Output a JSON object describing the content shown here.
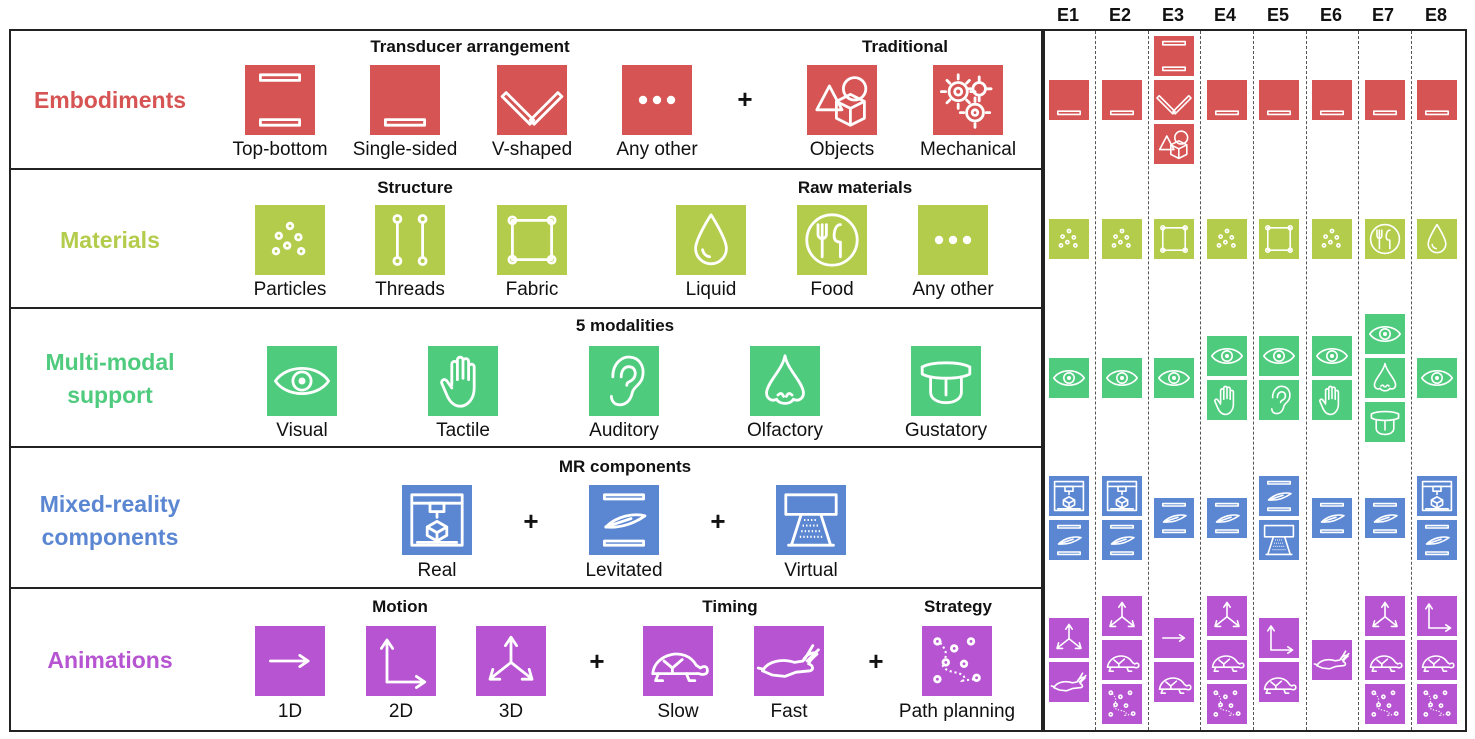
{
  "colors": {
    "embodiments": "#D65453",
    "materials": "#B3CC4B",
    "modalities": "#4FCB7E",
    "mr": "#5B86D2",
    "animations": "#B654D1"
  },
  "experiments": [
    "E1",
    "E2",
    "E3",
    "E4",
    "E5",
    "E6",
    "E7",
    "E8"
  ],
  "rows": [
    {
      "id": "embodiments",
      "title": "Embodiments",
      "subheaders": [
        "Transducer arrangement",
        "Traditional"
      ],
      "items": [
        {
          "icon": "top-bottom",
          "label": "Top-bottom"
        },
        {
          "icon": "single-sided",
          "label": "Single-sided"
        },
        {
          "icon": "v-shaped",
          "label": "V-shaped"
        },
        {
          "icon": "dots",
          "label": "Any other"
        },
        {
          "icon": "objects",
          "label": "Objects"
        },
        {
          "icon": "mechanical",
          "label": "Mechanical"
        }
      ],
      "plus": [
        "+"
      ]
    },
    {
      "id": "materials",
      "title": "Materials",
      "subheaders": [
        "Structure",
        "Raw materials"
      ],
      "items": [
        {
          "icon": "particles",
          "label": "Particles"
        },
        {
          "icon": "threads",
          "label": "Threads"
        },
        {
          "icon": "fabric",
          "label": "Fabric"
        },
        {
          "icon": "liquid",
          "label": "Liquid"
        },
        {
          "icon": "food",
          "label": "Food"
        },
        {
          "icon": "dots",
          "label": "Any other"
        }
      ]
    },
    {
      "id": "modalities",
      "title": "Multi-modal support",
      "subheaders": [
        "5 modalities"
      ],
      "items": [
        {
          "icon": "eye",
          "label": "Visual"
        },
        {
          "icon": "hand",
          "label": "Tactile"
        },
        {
          "icon": "ear",
          "label": "Auditory"
        },
        {
          "icon": "nose",
          "label": "Olfactory"
        },
        {
          "icon": "tongue",
          "label": "Gustatory"
        }
      ]
    },
    {
      "id": "mr",
      "title": "Mixed-reality components",
      "subheaders": [
        "MR components"
      ],
      "items": [
        {
          "icon": "printer",
          "label": "Real"
        },
        {
          "icon": "feather",
          "label": "Levitated"
        },
        {
          "icon": "projector",
          "label": "Virtual"
        }
      ],
      "plus": [
        "+",
        "+"
      ]
    },
    {
      "id": "animations",
      "title": "Animations",
      "subheaders": [
        "Motion",
        "Timing",
        "Strategy"
      ],
      "items": [
        {
          "icon": "arrow1d",
          "label": "1D"
        },
        {
          "icon": "arrow2d",
          "label": "2D"
        },
        {
          "icon": "arrow3d",
          "label": "3D"
        },
        {
          "icon": "turtle",
          "label": "Slow"
        },
        {
          "icon": "rabbit",
          "label": "Fast"
        },
        {
          "icon": "path",
          "label": "Path planning"
        }
      ],
      "plus": [
        "+",
        "+"
      ]
    }
  ],
  "matrix": {
    "embodiments": [
      [
        "single-sided"
      ],
      [
        "single-sided"
      ],
      [
        "top-bottom",
        "v-shaped",
        "objects"
      ],
      [
        "single-sided"
      ],
      [
        "single-sided"
      ],
      [
        "single-sided"
      ],
      [
        "single-sided"
      ],
      [
        "single-sided"
      ]
    ],
    "materials": [
      [
        "particles"
      ],
      [
        "particles"
      ],
      [
        "fabric"
      ],
      [
        "particles"
      ],
      [
        "fabric"
      ],
      [
        "particles"
      ],
      [
        "food"
      ],
      [
        "liquid"
      ]
    ],
    "modalities": [
      [
        "eye"
      ],
      [
        "eye"
      ],
      [
        "eye"
      ],
      [
        "eye",
        "hand"
      ],
      [
        "eye",
        "ear"
      ],
      [
        "eye",
        "hand"
      ],
      [
        "eye",
        "nose",
        "tongue"
      ],
      [
        "eye"
      ]
    ],
    "mr": [
      [
        "printer",
        "feather"
      ],
      [
        "printer",
        "feather"
      ],
      [
        "feather"
      ],
      [
        "feather"
      ],
      [
        "feather",
        "projector"
      ],
      [
        "feather"
      ],
      [
        "feather"
      ],
      [
        "printer",
        "feather"
      ]
    ],
    "animations": [
      [
        "arrow3d",
        "rabbit"
      ],
      [
        "arrow3d",
        "turtle",
        "path"
      ],
      [
        "arrow1d",
        "turtle"
      ],
      [
        "arrow3d",
        "turtle",
        "path"
      ],
      [
        "arrow2d",
        "turtle"
      ],
      [
        "rabbit"
      ],
      [
        "arrow3d",
        "turtle",
        "path"
      ],
      [
        "arrow2d",
        "turtle",
        "path"
      ]
    ]
  }
}
